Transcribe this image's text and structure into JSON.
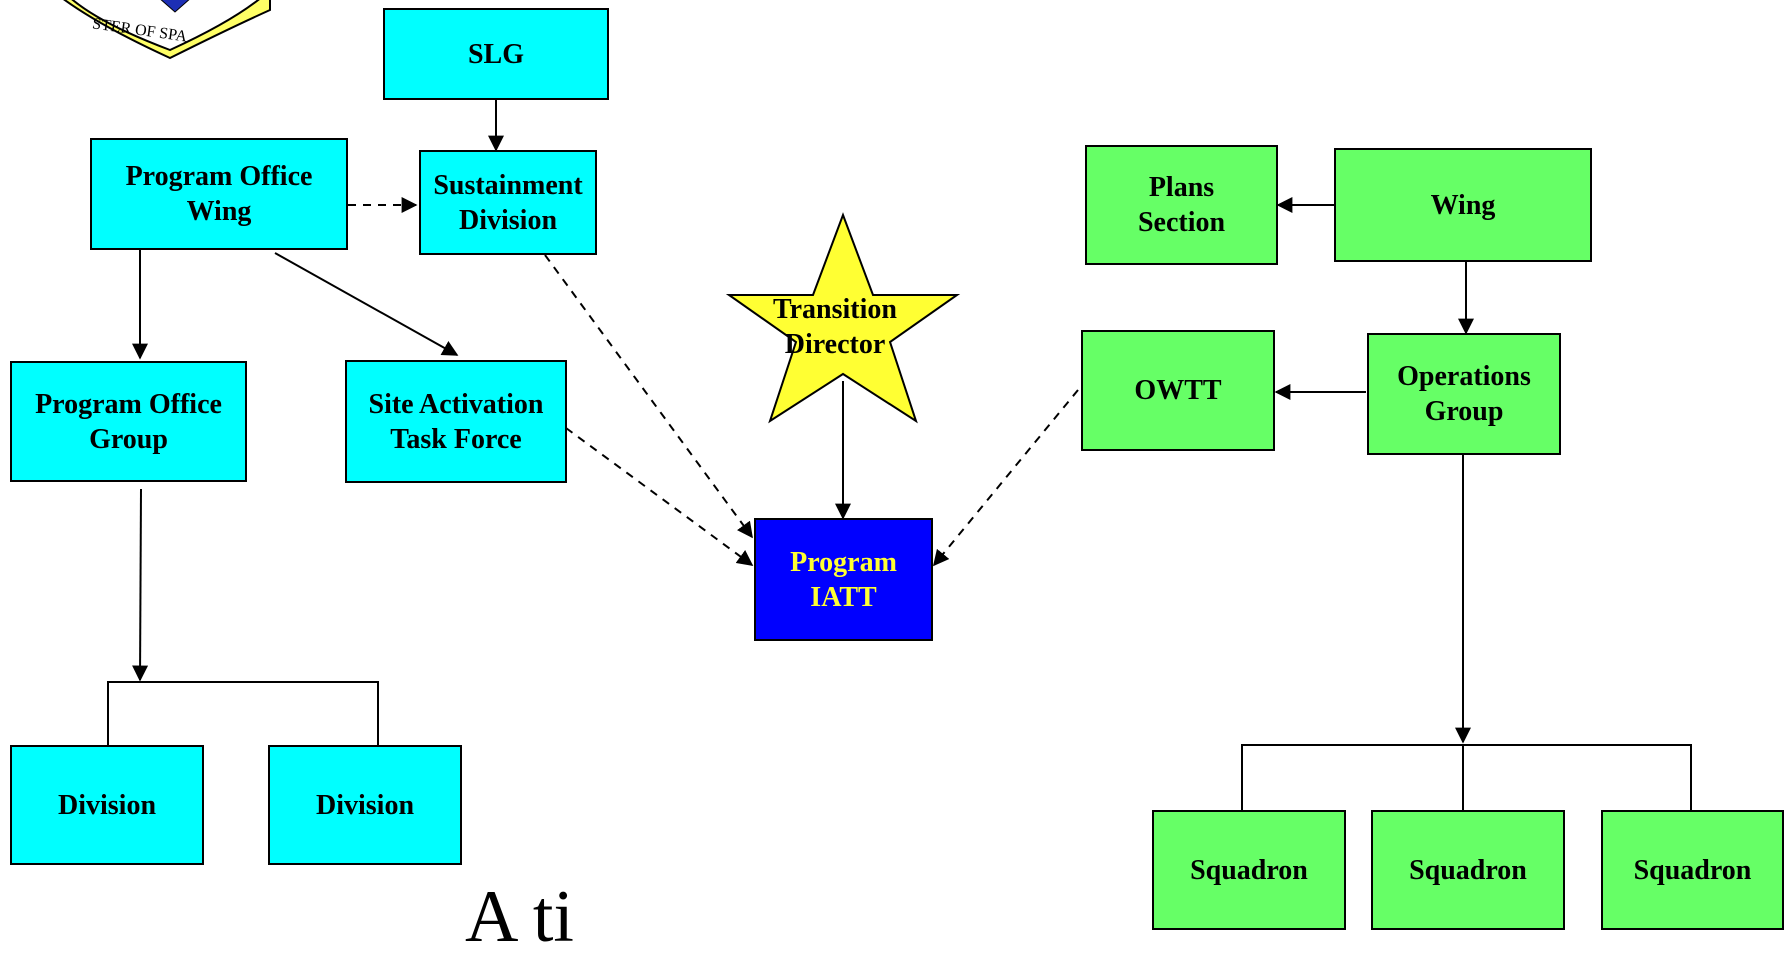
{
  "colors": {
    "cyan_box": "#00ffff",
    "green_box": "#66ff66",
    "blue_box": "#0000ff",
    "blue_box_text": "#ffff33",
    "star_fill": "#ffff33"
  },
  "nodes": {
    "slg": "SLG",
    "program_office_wing": "Program Office\nWing",
    "sustainment_division": "Sustainment\nDivision",
    "program_office_group": "Program Office\nGroup",
    "site_activation_task_force": "Site Activation\nTask Force",
    "division_1": "Division",
    "division_2": "Division",
    "transition_director": "Transition\nDirector",
    "program_iatt": "Program\nIATT",
    "plans_section": "Plans\nSection",
    "wing": "Wing",
    "owtt": "OWTT",
    "operations_group": "Operations\nGroup",
    "squadron_1": "Squadron",
    "squadron_2": "Squadron",
    "squadron_3": "Squadron"
  },
  "bottom_text": "A          ti",
  "logo": {
    "text": "STER OF SPA",
    "icon": "emblem-icon"
  }
}
